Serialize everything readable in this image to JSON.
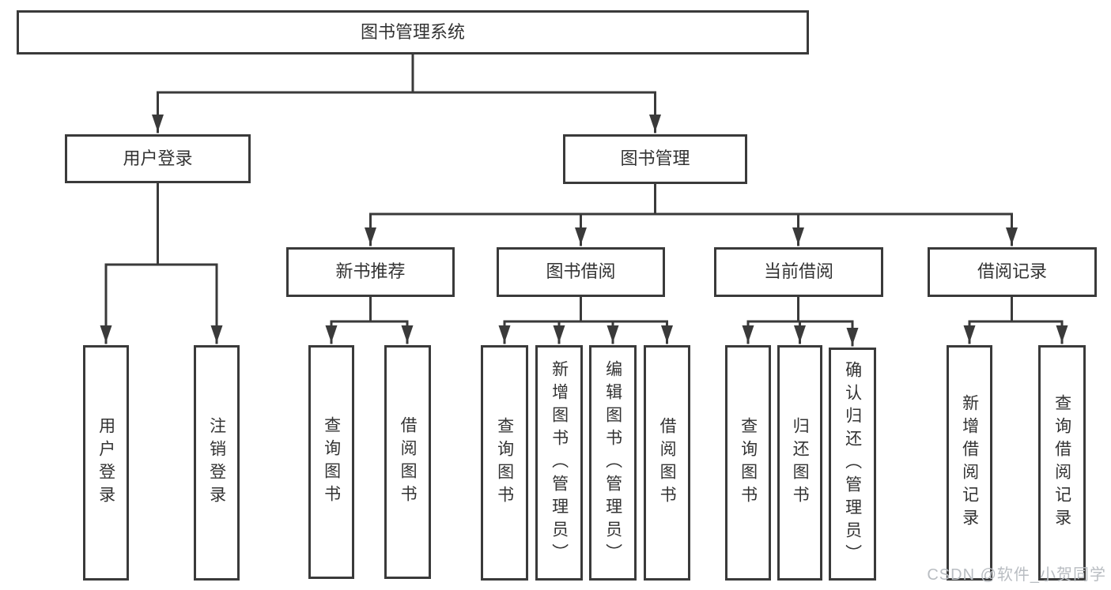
{
  "diagram": {
    "type": "hierarchy-tree",
    "watermark": "CSDN @软件_小贺同学",
    "colors": {
      "line": "#3a3a3a",
      "text": "#333333",
      "box_fill": "#ffffff",
      "watermark": "#b9bdc2",
      "background": "#ffffff"
    },
    "root": {
      "label": "图书管理系统",
      "children": [
        {
          "label": "用户登录",
          "children": [
            {
              "label": "用户登录"
            },
            {
              "label": "注销登录"
            }
          ]
        },
        {
          "label": "图书管理",
          "children": [
            {
              "label": "新书推荐",
              "children": [
                {
                  "label": "查询图书"
                },
                {
                  "label": "借阅图书"
                }
              ]
            },
            {
              "label": "图书借阅",
              "children": [
                {
                  "label": "查询图书"
                },
                {
                  "label": "新增图书（管理员）"
                },
                {
                  "label": "编辑图书（管理员）"
                },
                {
                  "label": "借阅图书"
                }
              ]
            },
            {
              "label": "当前借阅",
              "children": [
                {
                  "label": "查询图书"
                },
                {
                  "label": "归还图书"
                },
                {
                  "label": "确认归还（管理员）"
                }
              ]
            },
            {
              "label": "借阅记录",
              "children": [
                {
                  "label": "新增借阅记录"
                },
                {
                  "label": "查询借阅记录"
                }
              ]
            }
          ]
        }
      ]
    }
  }
}
